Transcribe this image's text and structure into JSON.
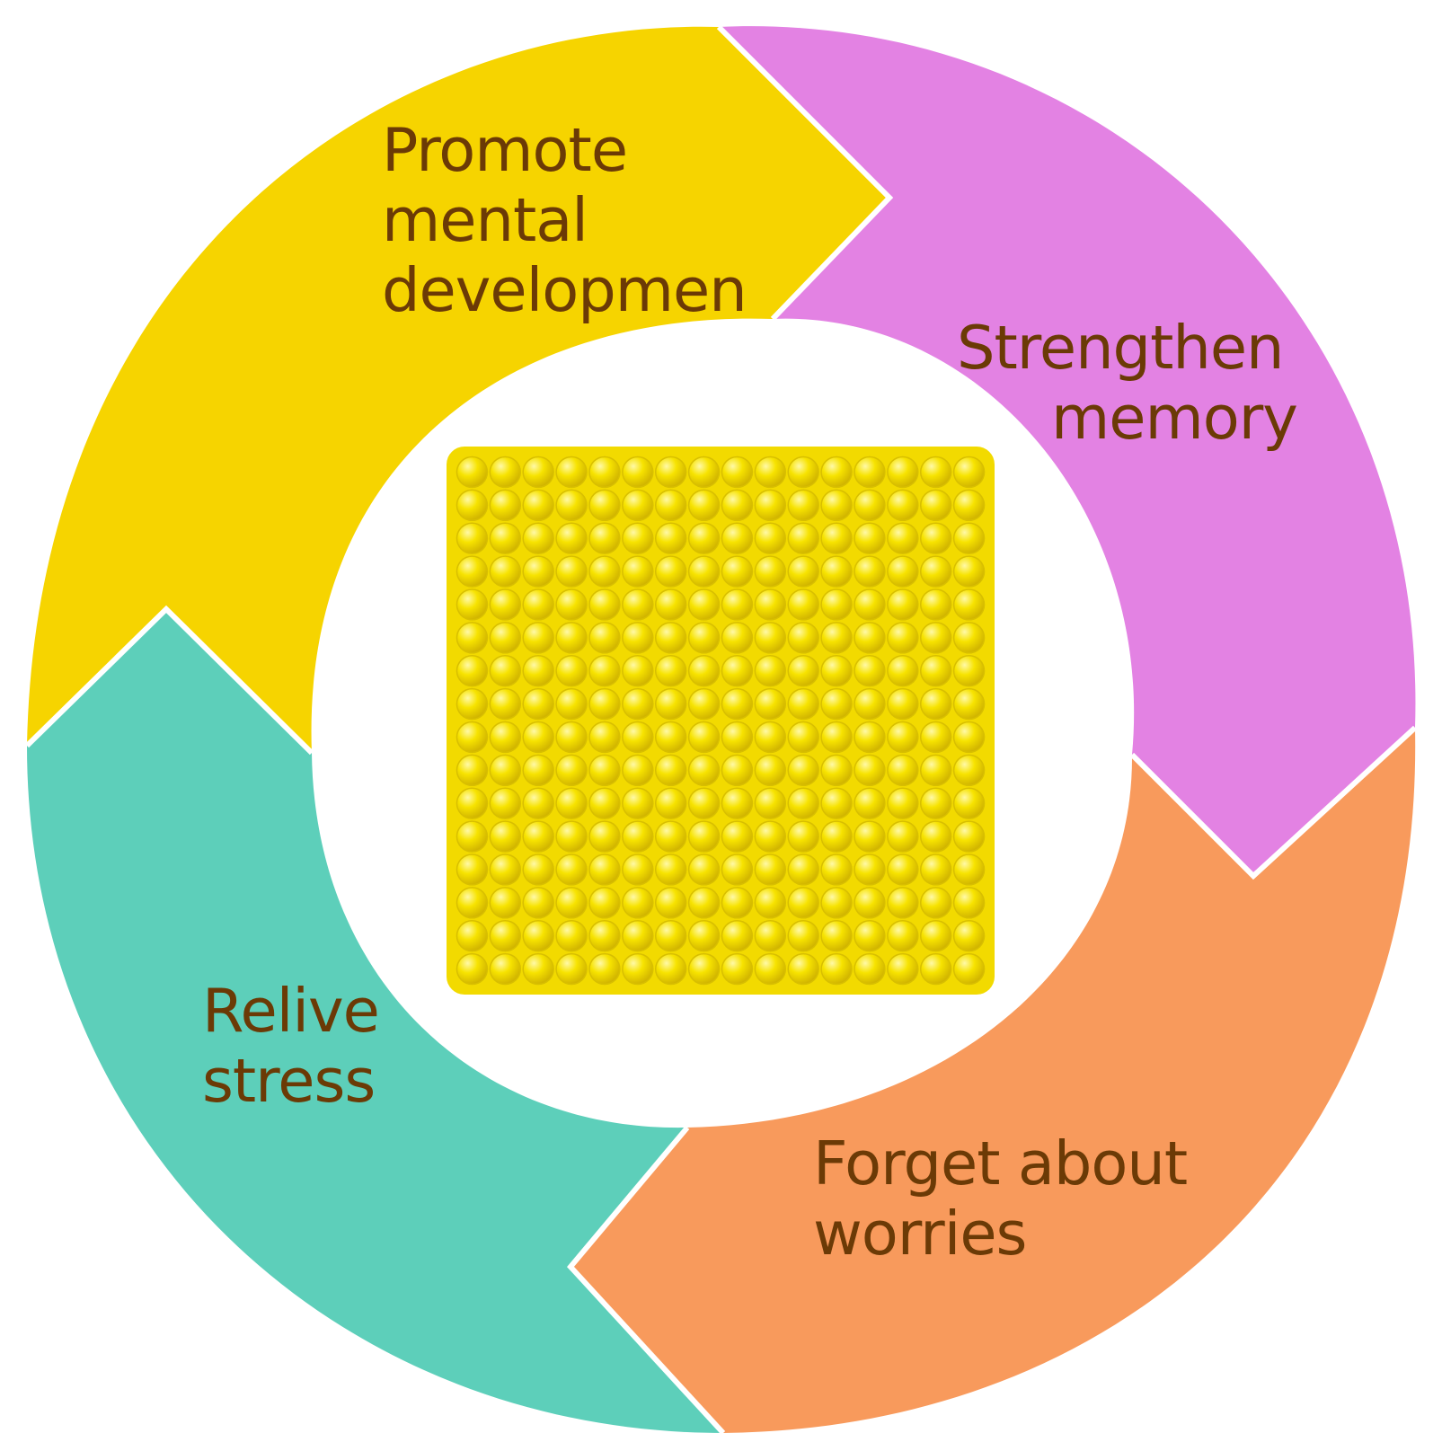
{
  "segments": [
    {
      "id": "promote",
      "lines": [
        "Promote",
        "mental",
        "developmen"
      ],
      "color": "#f6d400"
    },
    {
      "id": "strengthen",
      "lines": [
        "Strengthen",
        "memory"
      ],
      "color": "#e382e3"
    },
    {
      "id": "forget",
      "lines": [
        "Forget about",
        "worries"
      ],
      "color": "#f89a5c"
    },
    {
      "id": "relive",
      "lines": [
        "Relive",
        "stress"
      ],
      "color": "#5dcfba"
    }
  ],
  "center_image": {
    "grid_rows": 16,
    "grid_cols": 16,
    "color": "#f7e300"
  },
  "colors": {
    "label": "#6b3a06",
    "background": "#ffffff"
  }
}
